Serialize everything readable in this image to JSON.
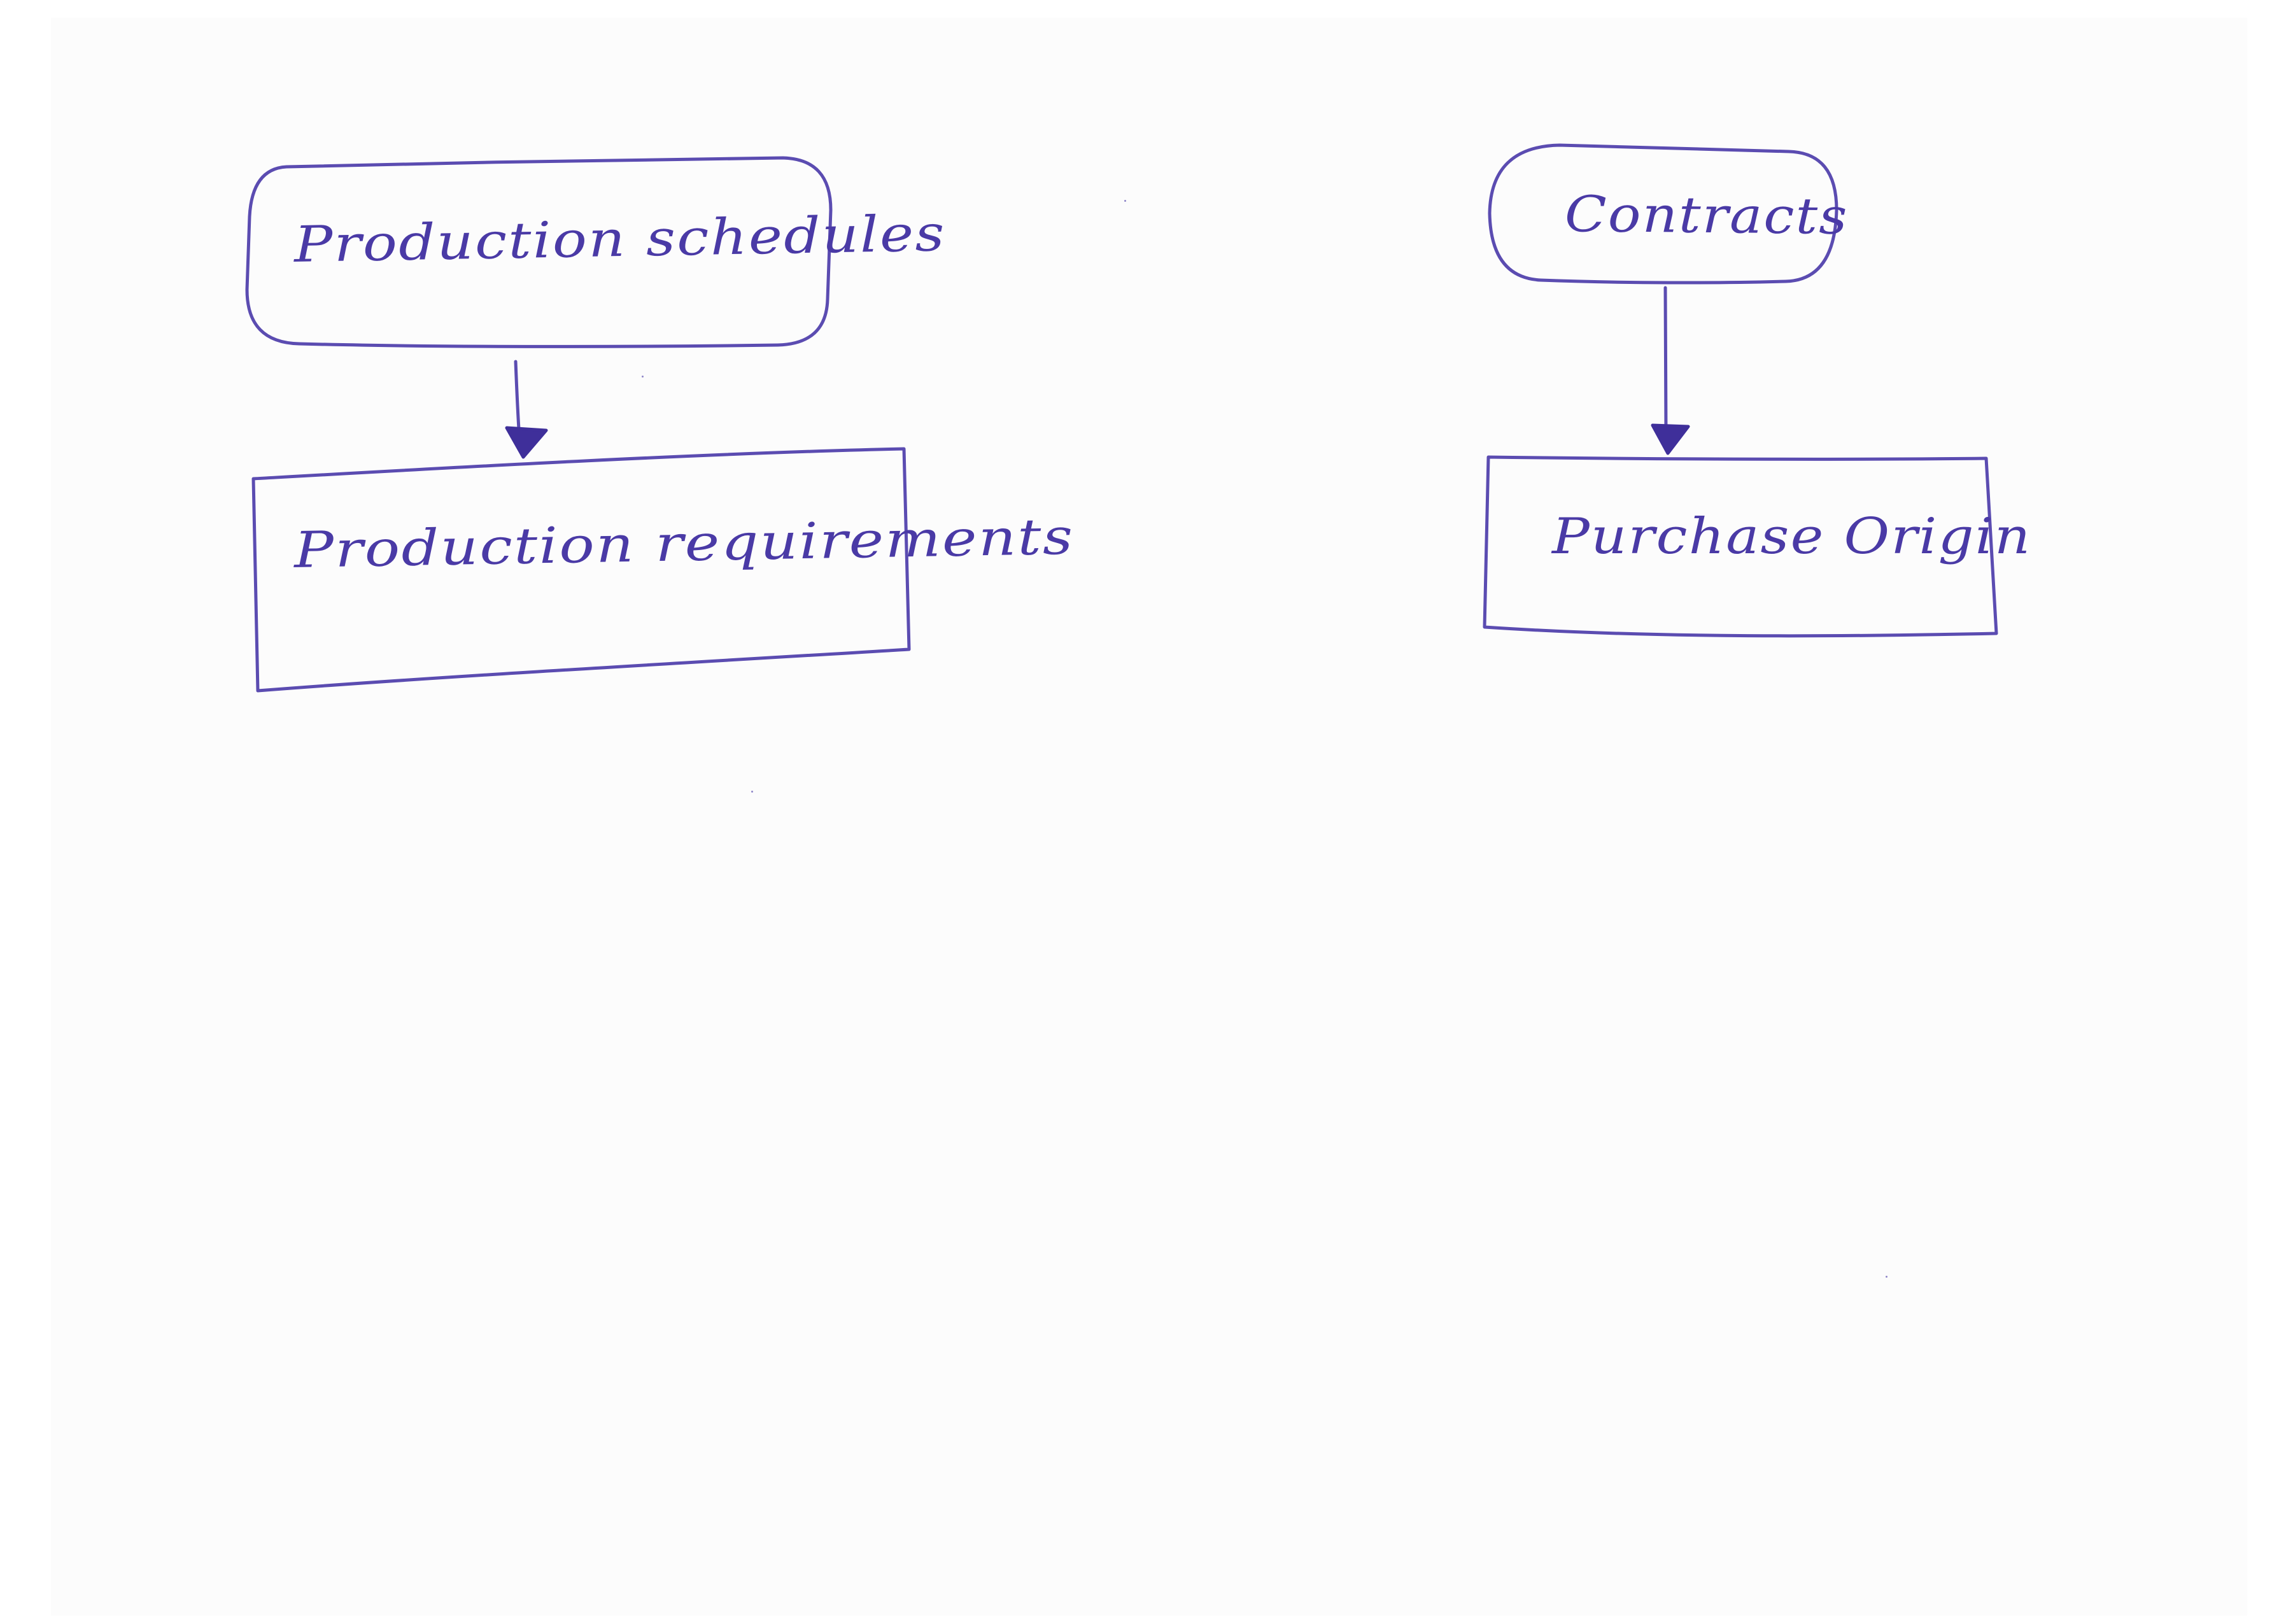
{
  "diagram": {
    "nodes": [
      {
        "id": "production-schedules",
        "label": "Production schedules",
        "shape": "rounded-rectangle"
      },
      {
        "id": "production-requirements",
        "label": "Production requirements",
        "shape": "rectangle"
      },
      {
        "id": "contracts",
        "label": "Contracts",
        "shape": "rounded-rectangle"
      },
      {
        "id": "purchase-origin",
        "label": "Purchase Origin",
        "shape": "rectangle"
      }
    ],
    "edges": [
      {
        "from": "production-schedules",
        "to": "production-requirements"
      },
      {
        "from": "contracts",
        "to": "purchase-origin"
      }
    ],
    "colors": {
      "ink": "#5b4cb1",
      "arrowhead": "#3f2f9a",
      "paper": "#fcfcfc"
    }
  }
}
